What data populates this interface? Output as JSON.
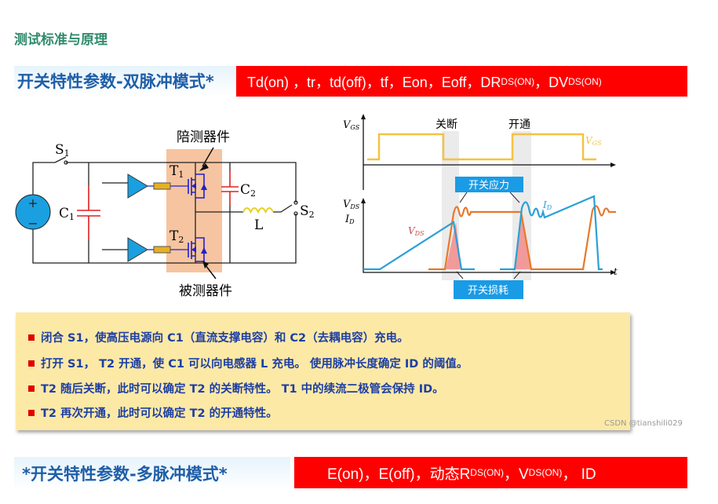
{
  "page_title": "测试标准与原理",
  "section1": {
    "title": "开关特性参数-双脉冲模式*",
    "params_prefix": "Td(on) ，tr，td(off)，tf，Eon，Eoff，DR",
    "sub1": "DS(ON)",
    "mid": " ，DV",
    "sub2": "DS(ON)"
  },
  "circuit": {
    "label_aux": "陪测器件",
    "label_dut": "被测器件",
    "s1": "S",
    "s1_sub": "1",
    "s2": "S",
    "s2_sub": "2",
    "c1": "C",
    "c1_sub": "1",
    "c2": "C",
    "c2_sub": "2",
    "t1": "T",
    "t1_sub": "1",
    "t2": "T",
    "t2_sub": "2",
    "l": "L",
    "plus": "+",
    "minus": "−"
  },
  "waveform": {
    "vgs_axis": "V",
    "vgs_axis_sub": "GS",
    "vgs_trace": "V",
    "vgs_trace_sub": "GS",
    "turn_off": "关断",
    "turn_on": "开通",
    "vds_axis": "V",
    "vds_axis_sub": "DS",
    "id_axis": "I",
    "id_axis_sub": "D",
    "vds_trace": "V",
    "vds_trace_sub": "DS",
    "id_trace": "I",
    "id_trace_sub": "D",
    "t_axis": "t",
    "stress_label": "开关应力",
    "loss_label": "开关损耗"
  },
  "notes": [
    "闭合 S1，使高压电源向 C1（直流支撑电容）和 C2（去耦电容）充电。",
    "打开 S1， T2 开通，使 C1 可以向电感器 L 充电。 使用脉冲长度确定 ID 的阈值。",
    "T2 随后关断，此时可以确定 T2 的关断特性。 T1 中的续流二极管会保持 ID。",
    "T2 再次开通，此时可以确定 T2 的开通特性。"
  ],
  "watermark": "CSDN @tianshili029",
  "section2": {
    "title": "*开关特性参数-多脉冲模式*",
    "params_prefix": "E(on)，E(off)，动态R",
    "sub1": "DS(ON)",
    "mid": " ，V",
    "sub2": "DS(ON)",
    "suffix": " ， ID"
  }
}
